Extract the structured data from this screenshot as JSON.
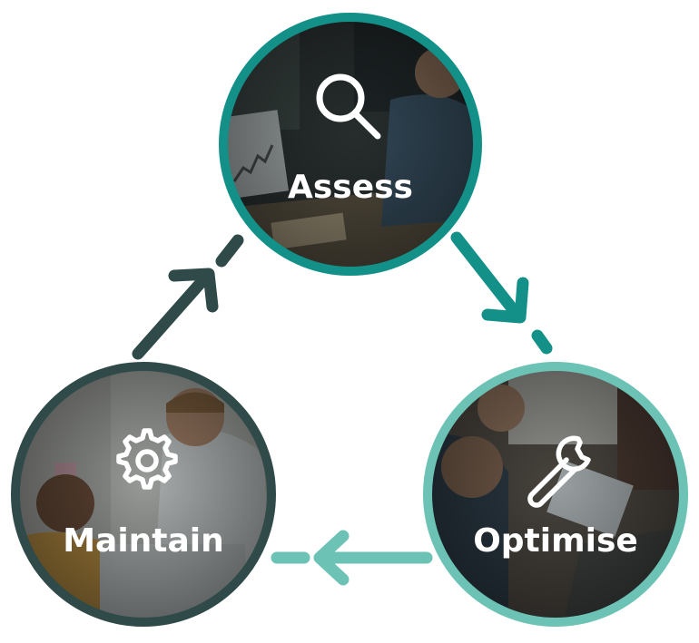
{
  "colors": {
    "assess_ring": "#139088",
    "optimise_ring": "#6cc2b4",
    "maintain_ring": "#2f4a48",
    "arrow_assess_to_optimise": "#139088",
    "arrow_optimise_to_maintain": "#6cc2b4",
    "arrow_maintain_to_assess": "#2f4a48",
    "photo_overlay": "#1f2a2a",
    "label": "#ffffff"
  },
  "stages": {
    "assess": {
      "label": "Assess",
      "icon": "search-icon",
      "photo": "team-meeting-laptop-chart-photo"
    },
    "optimise": {
      "label": "Optimise",
      "icon": "wrench-icon",
      "photo": "colleagues-at-laptop-photo"
    },
    "maintain": {
      "label": "Maintain",
      "icon": "gear-icon",
      "photo": "smiling-coworkers-photo"
    }
  }
}
